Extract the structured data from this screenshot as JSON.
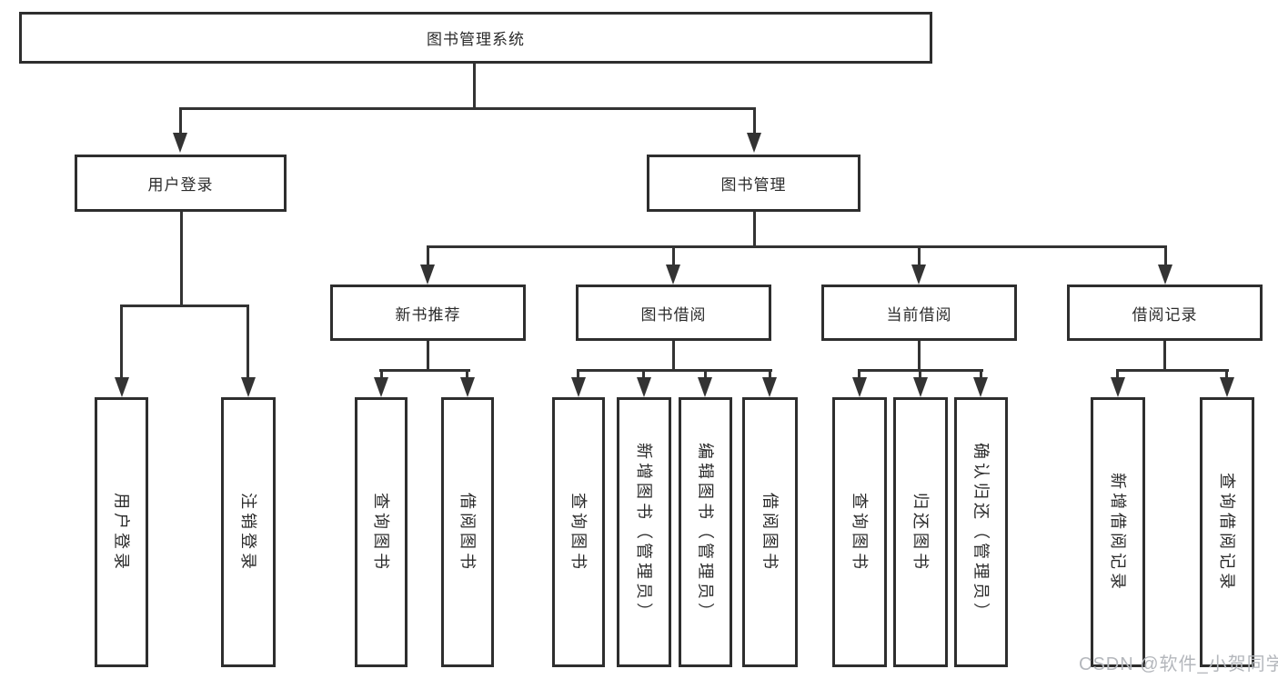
{
  "diagram": {
    "title": "图书管理系统",
    "level2": [
      {
        "label": "用户登录"
      },
      {
        "label": "图书管理"
      }
    ],
    "level3": [
      {
        "label": "新书推荐",
        "parent": "图书管理"
      },
      {
        "label": "图书借阅",
        "parent": "图书管理"
      },
      {
        "label": "当前借阅",
        "parent": "图书管理"
      },
      {
        "label": "借阅记录",
        "parent": "图书管理"
      }
    ],
    "leaves": [
      {
        "label": "用户登录",
        "parent": "用户登录"
      },
      {
        "label": "注销登录",
        "parent": "用户登录"
      },
      {
        "label": "查询图书",
        "parent": "新书推荐"
      },
      {
        "label": "借阅图书",
        "parent": "新书推荐"
      },
      {
        "label": "查询图书",
        "parent": "图书借阅"
      },
      {
        "label": "新增图书（管理员）",
        "parent": "图书借阅"
      },
      {
        "label": "编辑图书（管理员）",
        "parent": "图书借阅"
      },
      {
        "label": "借阅图书",
        "parent": "图书借阅"
      },
      {
        "label": "查询图书",
        "parent": "当前借阅"
      },
      {
        "label": "归还图书",
        "parent": "当前借阅"
      },
      {
        "label": "确认归还（管理员）",
        "parent": "当前借阅"
      },
      {
        "label": "新增借阅记录",
        "parent": "借阅记录"
      },
      {
        "label": "查询借阅记录",
        "parent": "借阅记录"
      }
    ],
    "watermark": "CSDN @软件_小贺同学",
    "colors": {
      "line": "#333333",
      "box_border": "#2e2e2e",
      "box_fill": "#ffffff",
      "text": "#2b2b2b",
      "watermark": "#b4b7bc",
      "background": "#ffffff"
    }
  }
}
